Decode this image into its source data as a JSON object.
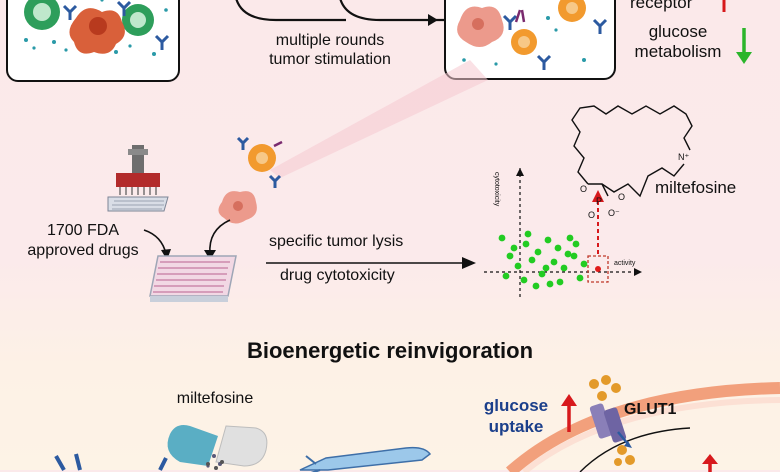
{
  "top": {
    "rounds_label_line1": "multiple rounds",
    "rounds_label_line2": "tumor stimulation",
    "receptor_label": "receptor",
    "glucose_metabolism_line1": "glucose",
    "glucose_metabolism_line2": "metabolism"
  },
  "screen": {
    "drugs_line1": "1700 FDA",
    "drugs_line2": "approved drugs",
    "lysis_label": "specific tumor lysis",
    "cytotox_label": "drug cytotoxicity",
    "axis_y": "cytotoxicity",
    "axis_x": "activity",
    "hit_compound": "miltefosine"
  },
  "bottom": {
    "title": "Bioenergetic reinvigoration",
    "drug_label": "miltefosine",
    "glucose_uptake_line1": "glucose",
    "glucose_uptake_line2": "uptake",
    "transporter": "GLUT1"
  },
  "colors": {
    "arrow_up": "#d7191c",
    "arrow_down": "#2bb52b",
    "t_cell": "#f29a2e",
    "tumor_cell": "#ec9a8c",
    "antibody": "#2c5aa0",
    "scatter_dot": "#22cc22",
    "hit_dot": "#e01b1b",
    "label_blue": "#1b3f8b"
  }
}
